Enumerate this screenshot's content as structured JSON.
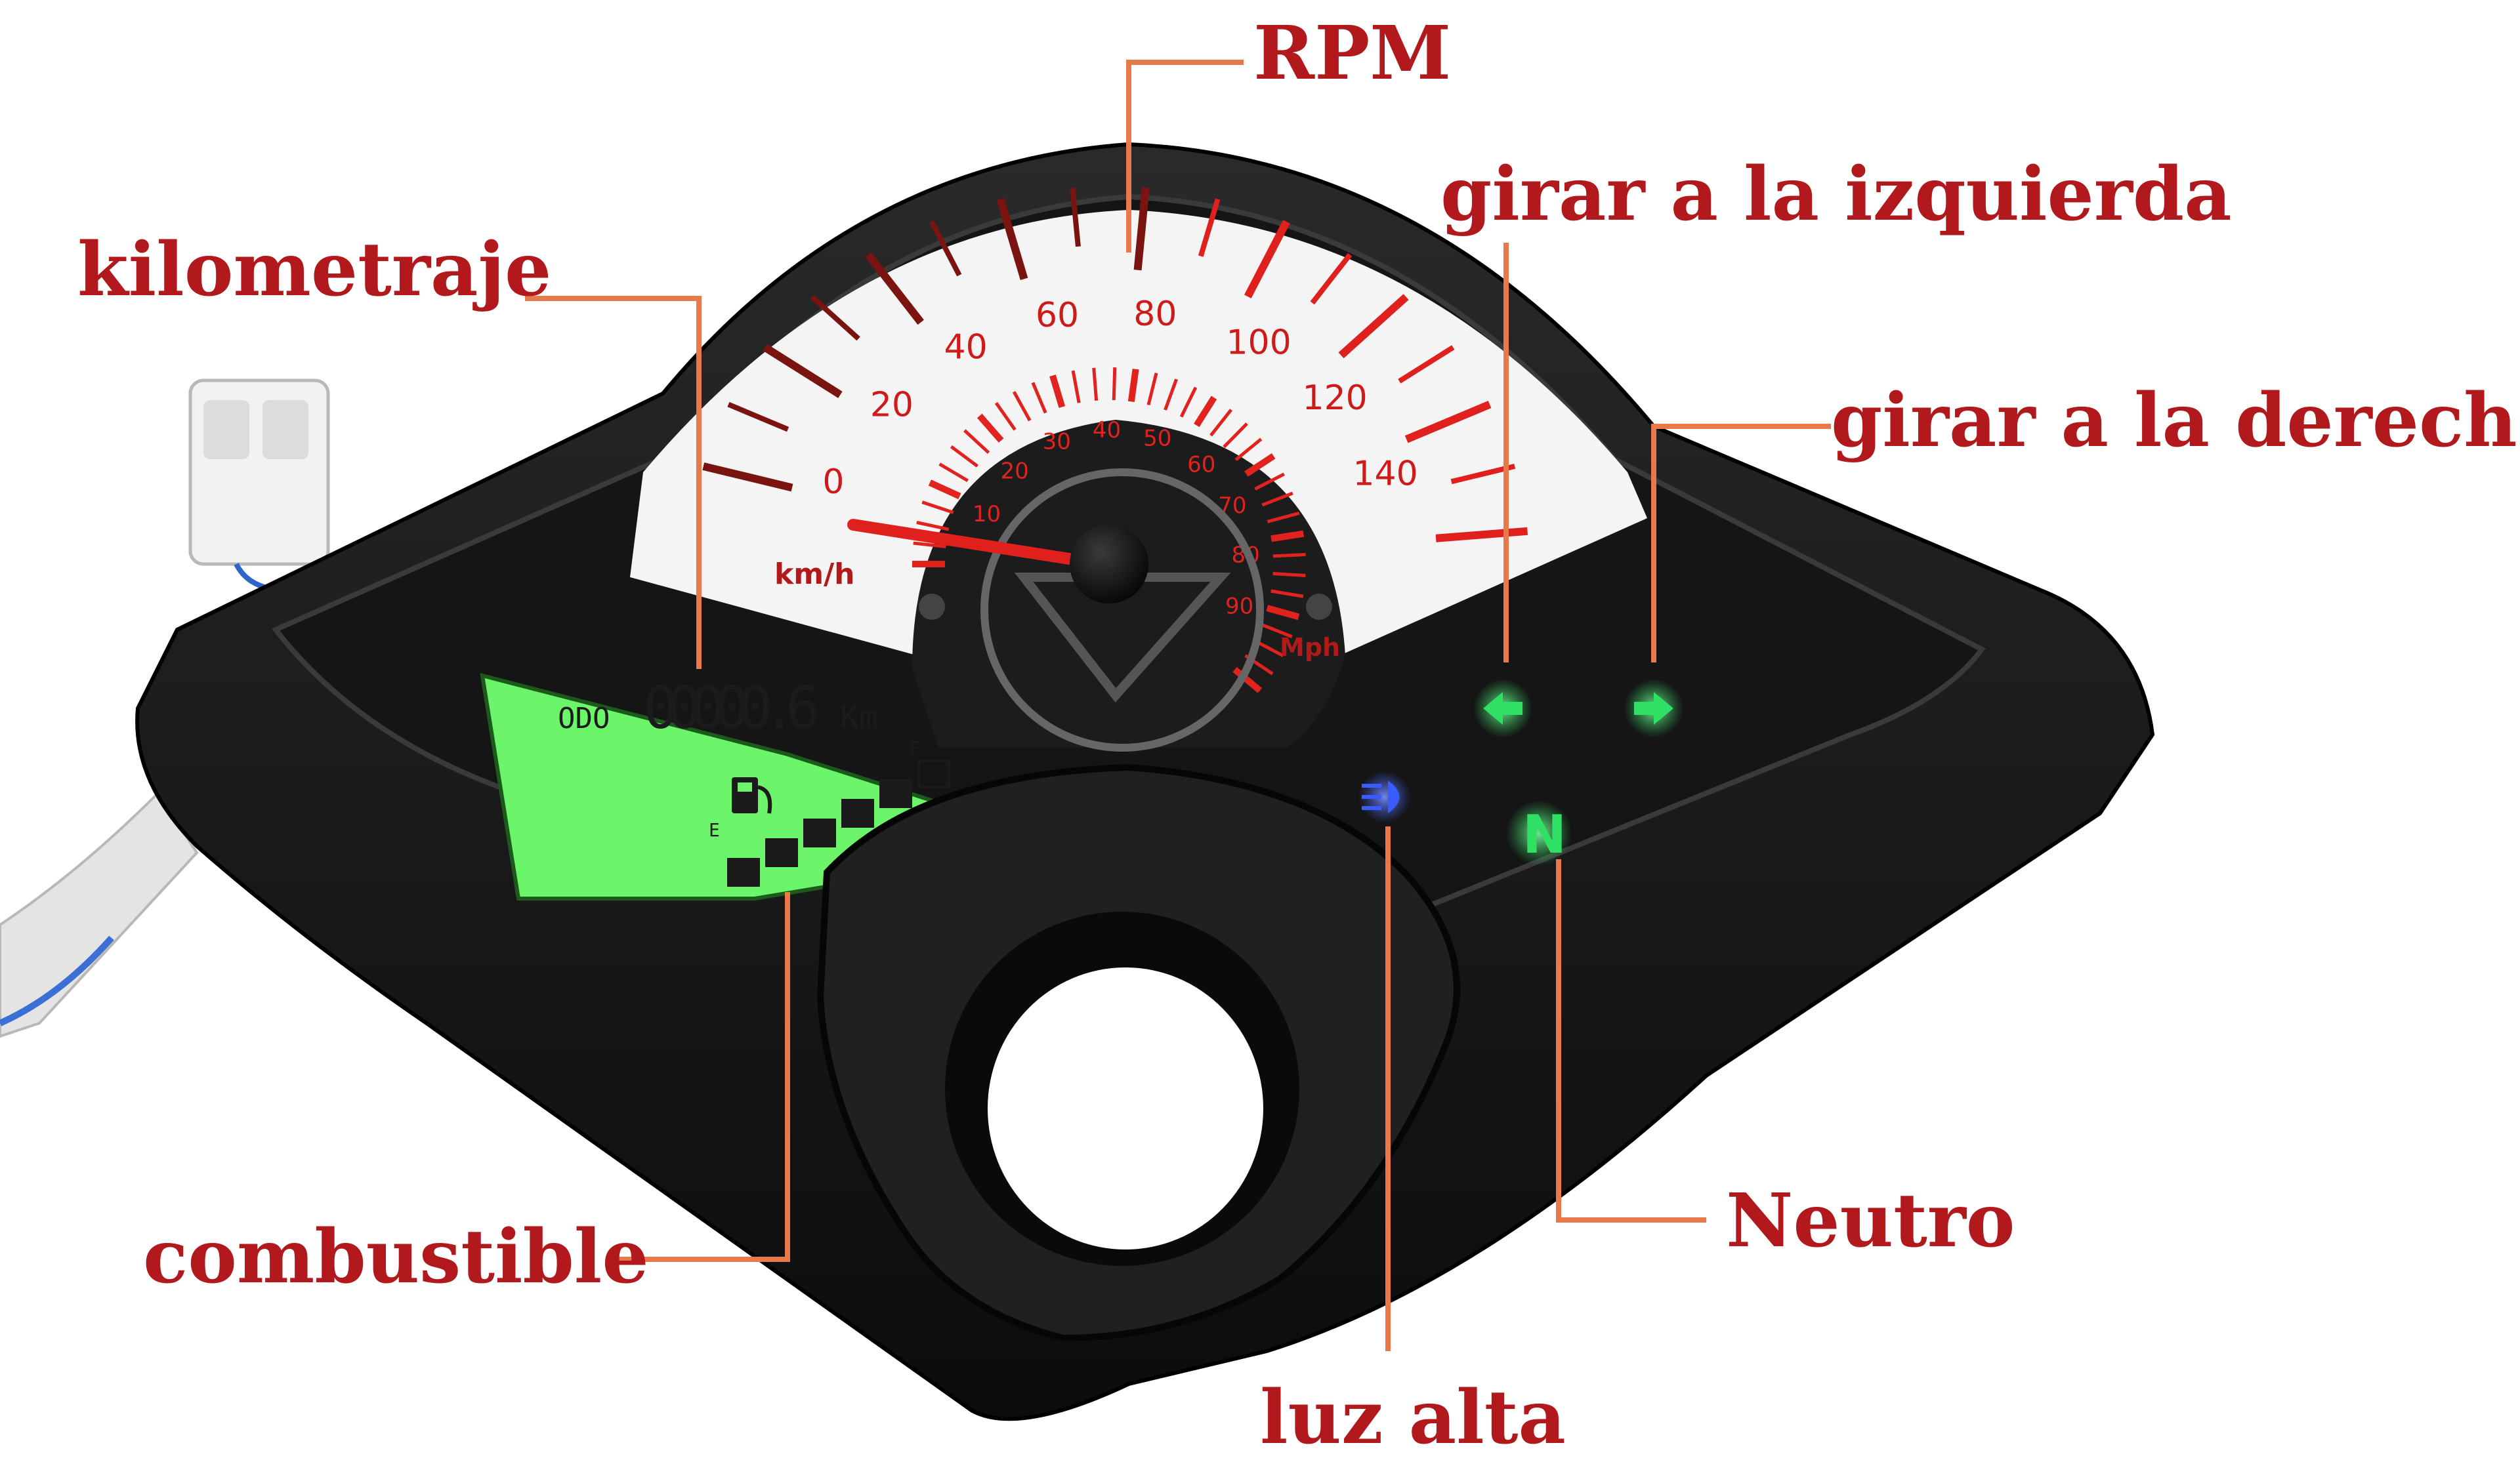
{
  "labels": {
    "rpm": "RPM",
    "odometer": "kilometraje",
    "turn_left": "girar a la izquierda",
    "turn_right": "girar a la derecha",
    "fuel": "combustible",
    "neutral": "Neutro",
    "high_beam": "luz alta"
  },
  "gauge": {
    "outer_scale": [
      "20",
      "40",
      "60",
      "80",
      "100",
      "120",
      "140"
    ],
    "outer_zero": "0",
    "inner_scale": [
      "10",
      "20",
      "30",
      "40",
      "50",
      "60",
      "70",
      "80",
      "90"
    ],
    "kmh_unit": "km/h",
    "mph_unit": "Mph",
    "speed_value_kmh": 0
  },
  "lcd": {
    "odo_label": "ODO",
    "odo_value": "00000.6",
    "odo_unit": "Km",
    "fuel_full": "F",
    "fuel_empty": "E",
    "fuel_level_bars": 5,
    "fuel_total_bars": 6
  },
  "indicators": {
    "neutral_letter": "N"
  },
  "colors": {
    "callout_text": "#b1191c",
    "leader_line": "#e8794a",
    "lcd_green": "#6cf56b",
    "indicator_green": "#2fe065",
    "high_beam_blue": "#3a5cff",
    "needle": "#e0201c"
  }
}
